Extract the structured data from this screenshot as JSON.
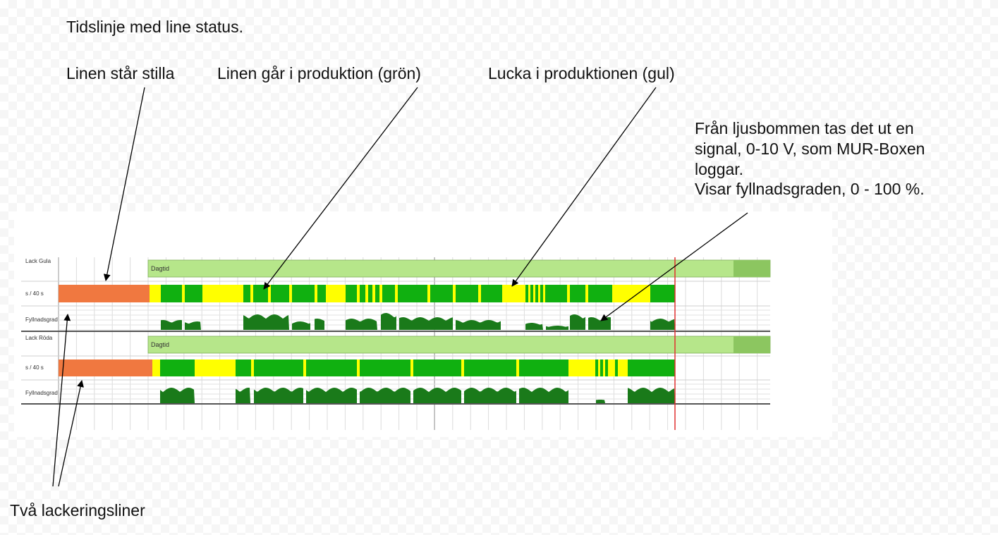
{
  "annotations": {
    "title": "Tidslinje med line status.",
    "stopped": "Linen står stilla",
    "production": "Linen går i produktion (grön)",
    "gap": "Lucka i produktionen (gul)",
    "signal_lines": [
      "Från ljusbommen tas det ut en",
      "signal, 0-10 V, som MUR-Boxen",
      "loggar.",
      "Visar fyllnadsgraden, 0 - 100 %."
    ],
    "two_lines": "Två lackeringsliner"
  },
  "timeline": {
    "lanes": [
      {
        "name": "Lack Gula",
        "status_label": "s / 40 s",
        "fill_label": "Fyllnadsgrad",
        "shift_label": "Dagtid"
      },
      {
        "name": "Lack Röda",
        "status_label": "s / 40 s",
        "fill_label": "Fyllnadsgrad",
        "shift_label": "Dagtid"
      }
    ],
    "colors": {
      "stopped": "#f07840",
      "production": "#10b010",
      "gap": "#ffff00",
      "fill_level": "#1a7a1a",
      "shift": "#b6e68a",
      "shift_end": "#8cc660",
      "now_marker": "#e03030"
    }
  }
}
